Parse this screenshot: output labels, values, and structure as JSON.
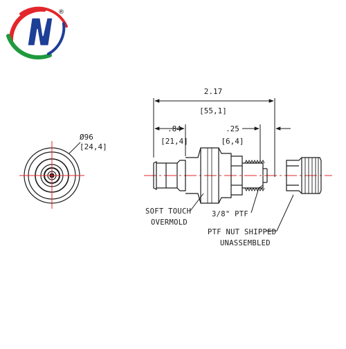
{
  "logo": {
    "letter": "N",
    "registered": "®",
    "colors": {
      "red": "#e3262b",
      "green": "#1f9a3e",
      "blue": "#1e3f96"
    }
  },
  "drawing": {
    "line_color": "#1a1a1a",
    "centerline_color": "#e3262b",
    "end_view": {
      "diameter": "Ø96",
      "diameter_metric": "[24,4]"
    },
    "dimensions": {
      "overall": {
        "value": "2.17",
        "metric": "[55,1]"
      },
      "left": {
        "value": ".84",
        "metric": "[21,4]"
      },
      "thread": {
        "value": ".25",
        "metric": "[6,4]"
      }
    },
    "callouts": {
      "overmold": [
        "SOFT TOUCH",
        "OVERMOLD"
      ],
      "thread": "3/8\" PTF",
      "nut": [
        "PTF NUT SHIPPED",
        "UNASSEMBLED"
      ]
    }
  }
}
